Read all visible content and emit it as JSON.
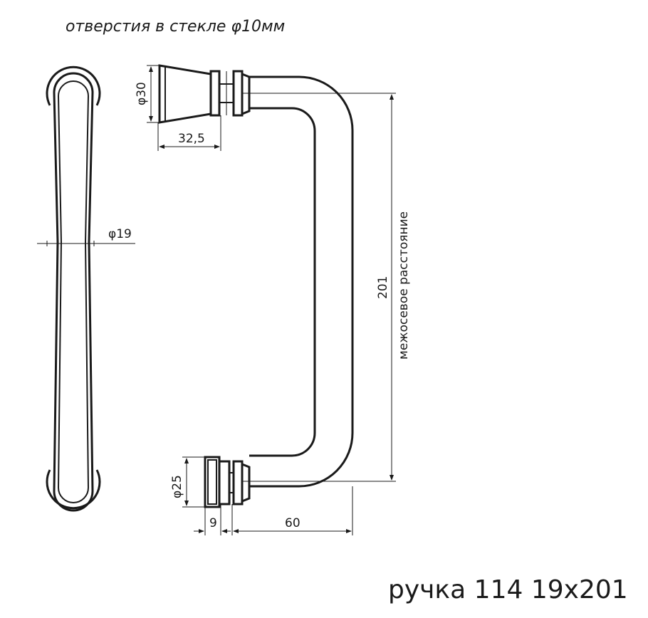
{
  "note": "отверстия в стекле φ10мм",
  "title": "ручка 114   19х201",
  "dimensions": {
    "bar_diameter": "φ19",
    "top_mount_diameter": "φ30",
    "top_mount_length": "32,5",
    "bottom_mount_diameter": "φ25",
    "bottom_mount_length": "9",
    "offset": "60",
    "center_distance": "201",
    "center_distance_label": "межосевое расстояние"
  },
  "colors": {
    "line": "#1a1a1a",
    "background": "#ffffff"
  }
}
